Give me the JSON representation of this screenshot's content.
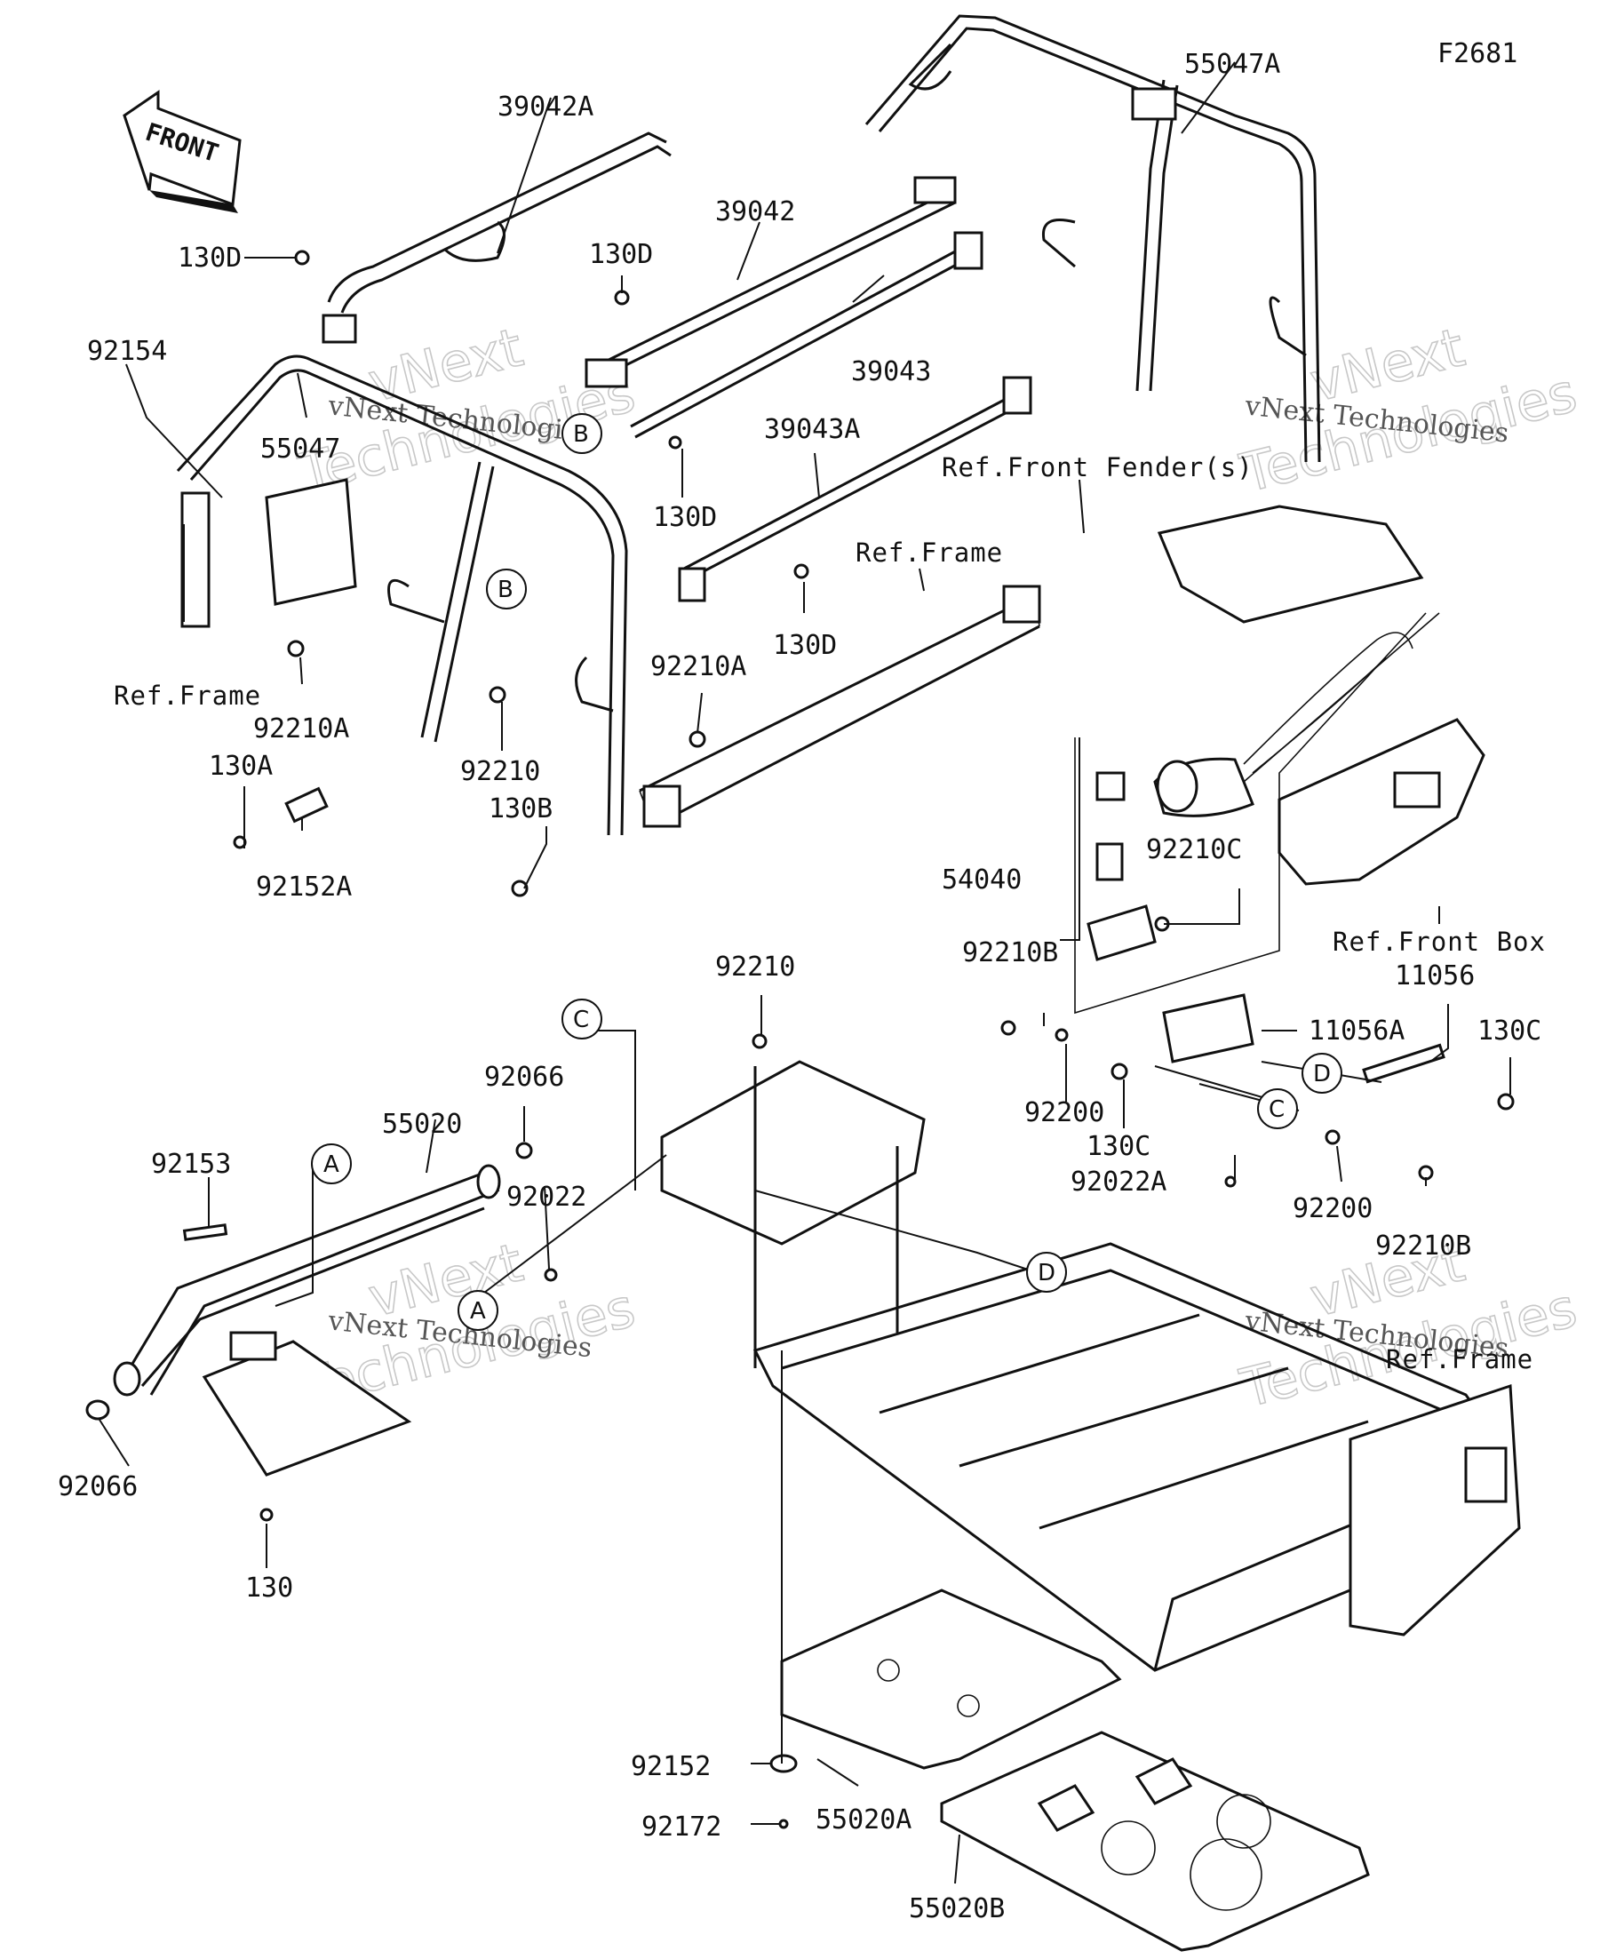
{
  "figure_code": "F2681",
  "front_arrow_label": "FRONT",
  "part_labels": [
    {
      "id": "p-39042a",
      "text": "39042A"
    },
    {
      "id": "p-55047a",
      "text": "55047A"
    },
    {
      "id": "p-39042",
      "text": "39042"
    },
    {
      "id": "p-130d-1",
      "text": "130D"
    },
    {
      "id": "p-130d-2",
      "text": "130D"
    },
    {
      "id": "p-39043",
      "text": "39043"
    },
    {
      "id": "p-92154",
      "text": "92154"
    },
    {
      "id": "p-55047",
      "text": "55047"
    },
    {
      "id": "p-130d-3",
      "text": "130D"
    },
    {
      "id": "p-39043a",
      "text": "39043A"
    },
    {
      "id": "p-130d-4",
      "text": "130D"
    },
    {
      "id": "p-92210a-1",
      "text": "92210A"
    },
    {
      "id": "p-92210a-2",
      "text": "92210A"
    },
    {
      "id": "p-130a",
      "text": "130A"
    },
    {
      "id": "p-92210-1",
      "text": "92210"
    },
    {
      "id": "p-130b",
      "text": "130B"
    },
    {
      "id": "p-92152a",
      "text": "92152A"
    },
    {
      "id": "p-54040",
      "text": "54040"
    },
    {
      "id": "p-92210c",
      "text": "92210C"
    },
    {
      "id": "p-92210b-1",
      "text": "92210B"
    },
    {
      "id": "p-11056",
      "text": "11056"
    },
    {
      "id": "p-11056a",
      "text": "11056A"
    },
    {
      "id": "p-130c-1",
      "text": "130C"
    },
    {
      "id": "p-92200-1",
      "text": "92200"
    },
    {
      "id": "p-130c-2",
      "text": "130C"
    },
    {
      "id": "p-92022a",
      "text": "92022A"
    },
    {
      "id": "p-92200-2",
      "text": "92200"
    },
    {
      "id": "p-92210b-2",
      "text": "92210B"
    },
    {
      "id": "p-92210-2",
      "text": "92210"
    },
    {
      "id": "p-92066-1",
      "text": "92066"
    },
    {
      "id": "p-55020",
      "text": "55020"
    },
    {
      "id": "p-92153",
      "text": "92153"
    },
    {
      "id": "p-92022",
      "text": "92022"
    },
    {
      "id": "p-92066-2",
      "text": "92066"
    },
    {
      "id": "p-130",
      "text": "130"
    },
    {
      "id": "p-92152",
      "text": "92152"
    },
    {
      "id": "p-55020a",
      "text": "55020A"
    },
    {
      "id": "p-92172",
      "text": "92172"
    },
    {
      "id": "p-55020b",
      "text": "55020B"
    }
  ],
  "ref_labels": [
    {
      "id": "r-front-fender",
      "text": "Ref.Front Fender(s)"
    },
    {
      "id": "r-frame-1",
      "text": "Ref.Frame"
    },
    {
      "id": "r-frame-2",
      "text": "Ref.Frame"
    },
    {
      "id": "r-front-box",
      "text": "Ref.Front Box"
    },
    {
      "id": "r-frame-3",
      "text": "Ref.Frame"
    }
  ],
  "callouts": [
    {
      "id": "c-b-1",
      "text": "B"
    },
    {
      "id": "c-b-2",
      "text": "B"
    },
    {
      "id": "c-c-1",
      "text": "C"
    },
    {
      "id": "c-c-2",
      "text": "C"
    },
    {
      "id": "c-d-1",
      "text": "D"
    },
    {
      "id": "c-d-2",
      "text": "D"
    },
    {
      "id": "c-a-1",
      "text": "A"
    },
    {
      "id": "c-a-2",
      "text": "A"
    }
  ],
  "watermarks": [
    {
      "big1": "vNext",
      "big2": "Technologies",
      "small": "vNext Technologies"
    },
    {
      "big1": "vNext",
      "big2": "Technologies",
      "small": "vNext Technologies"
    },
    {
      "big1": "vNext",
      "big2": "Technologies",
      "small": "vNext Technologies"
    },
    {
      "big1": "vNext",
      "big2": "Technologies",
      "small": "vNext Technologies"
    }
  ]
}
